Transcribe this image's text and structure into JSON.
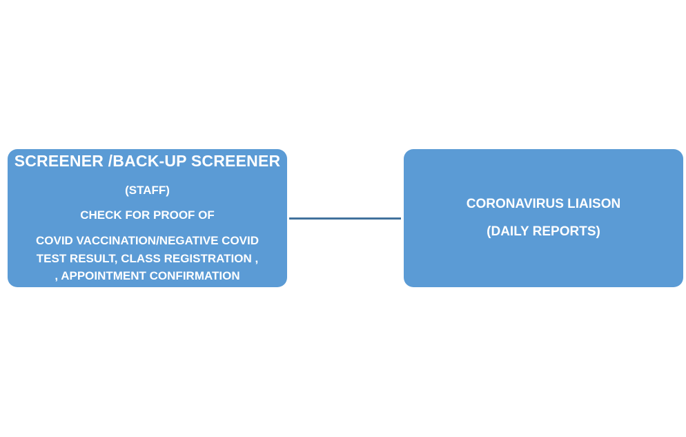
{
  "diagram": {
    "colors": {
      "box_fill": "#5b9bd5",
      "connector": "#41719c",
      "text": "#ffffff"
    },
    "left_box": {
      "title": "SCREENER /BACK-UP SCREENER",
      "staff": "(STAFF)",
      "check": "CHECK FOR PROOF OF",
      "detail_line1": "COVID VACCINATION/NEGATIVE COVID",
      "detail_line2": "TEST RESULT, CLASS REGISTRATION ,",
      "detail_line3": ", APPOINTMENT CONFIRMATION"
    },
    "right_box": {
      "title": "CORONAVIRUS LIAISON",
      "subtitle": "(DAILY REPORTS)"
    }
  }
}
